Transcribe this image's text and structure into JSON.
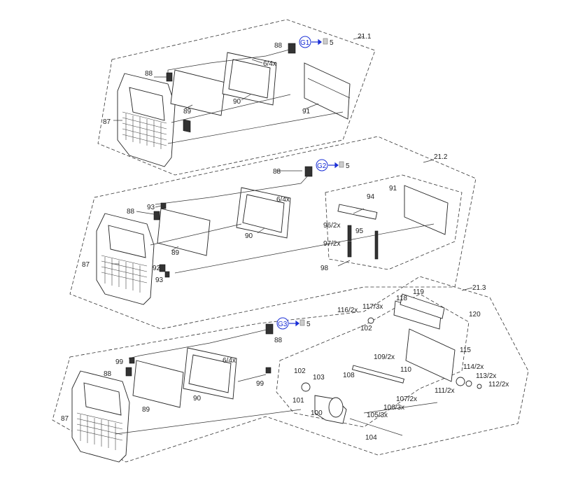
{
  "assemblies": [
    {
      "id": "21.1",
      "label": "21.1",
      "goto": {
        "tag": "G1",
        "page": "5"
      }
    },
    {
      "id": "21.2",
      "label": "21.2",
      "goto": {
        "tag": "G2",
        "page": "5"
      }
    },
    {
      "id": "21.3",
      "label": "21.3",
      "goto": {
        "tag": "G3",
        "page": "5"
      }
    }
  ],
  "callouts_21_1": {
    "a": "88",
    "b": "88",
    "c": "6/4x",
    "d": "89",
    "e": "90",
    "f": "91",
    "g": "87"
  },
  "callouts_21_2": {
    "a": "88",
    "b": "88",
    "c": "93",
    "d": "6/4x",
    "e": "89",
    "f": "90",
    "g": "87",
    "h": "92",
    "i": "93",
    "j": "91",
    "k": "94",
    "l": "96/2x",
    "m": "95",
    "n": "97/2x",
    "o": "98"
  },
  "callouts_21_3": {
    "a": "88",
    "b": "99",
    "c": "88",
    "d": "6/4x",
    "e": "89",
    "f": "90",
    "g": "87",
    "h": "99",
    "i": "102",
    "j": "103",
    "k": "101",
    "l": "100",
    "m": "119",
    "n": "118",
    "o": "117/3x",
    "p": "116/2x",
    "q": "102",
    "r": "120",
    "s": "115",
    "t": "109/2x",
    "u": "110",
    "v": "108",
    "w": "114/2x",
    "x": "113/2x",
    "y": "112/2x",
    "z": "111/2x",
    "aa": "107/2x",
    "ab": "106/3x",
    "ac": "105/3x",
    "ad": "104"
  },
  "colors": {
    "ink": "#222222",
    "link": "#1a2fd6"
  },
  "icons": {
    "page": "page-icon",
    "arrow": "arrow-right-icon"
  }
}
